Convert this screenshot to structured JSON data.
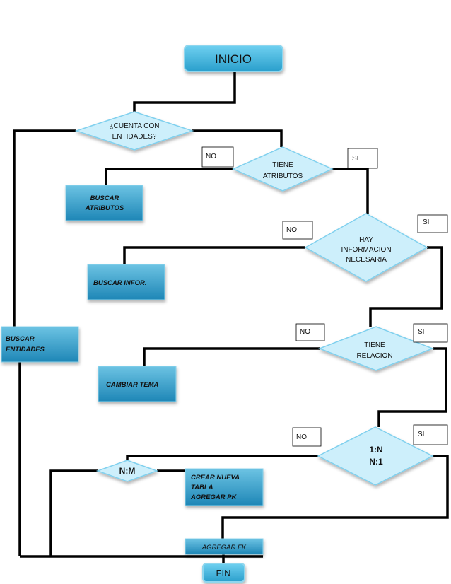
{
  "colors": {
    "process_fill_top": "#5ab7d8",
    "process_fill_bottom": "#1f8dbb",
    "terminal_fill": "#45b8df",
    "diamond_fill": "#cdeffb",
    "diamond_stroke": "#7fd0ee",
    "line": "#000000"
  },
  "nodes": {
    "inicio": "INICIO",
    "fin": "FIN",
    "d_cuenta_1": "¿CUENTA CON",
    "d_cuenta_2": "ENTIDADES?",
    "d_atributos_1": "TIENE",
    "d_atributos_2": "ATRIBUTOS",
    "d_info_1": "HAY",
    "d_info_2": "INFORMACION",
    "d_info_3": "NECESARIA",
    "d_relacion_1": "TIENE",
    "d_relacion_2": "RELACION",
    "d_card_1": "1:N",
    "d_card_2": "N:1",
    "d_nm": "N:M",
    "p_buscar_atributos_1": "BUSCAR",
    "p_buscar_atributos_2": "ATRIBUTOS",
    "p_buscar_infor": "BUSCAR INFOR.",
    "p_buscar_entidades_1": "BUSCAR",
    "p_buscar_entidades_2": "ENTIDADES",
    "p_cambiar_tema": "CAMBIAR TEMA",
    "p_crear_tabla_1": "CREAR NUEVA",
    "p_crear_tabla_2": "TABLA",
    "p_crear_tabla_3": "AGREGAR PK",
    "p_agregar_fk": "AGREGAR FK"
  },
  "labels": {
    "no_1": "NO",
    "si_1": "SI",
    "no_2": "NO",
    "si_2": "SI",
    "no_3": "NO",
    "si_3": "SI",
    "no_4": "NO",
    "si_4": "SI"
  }
}
